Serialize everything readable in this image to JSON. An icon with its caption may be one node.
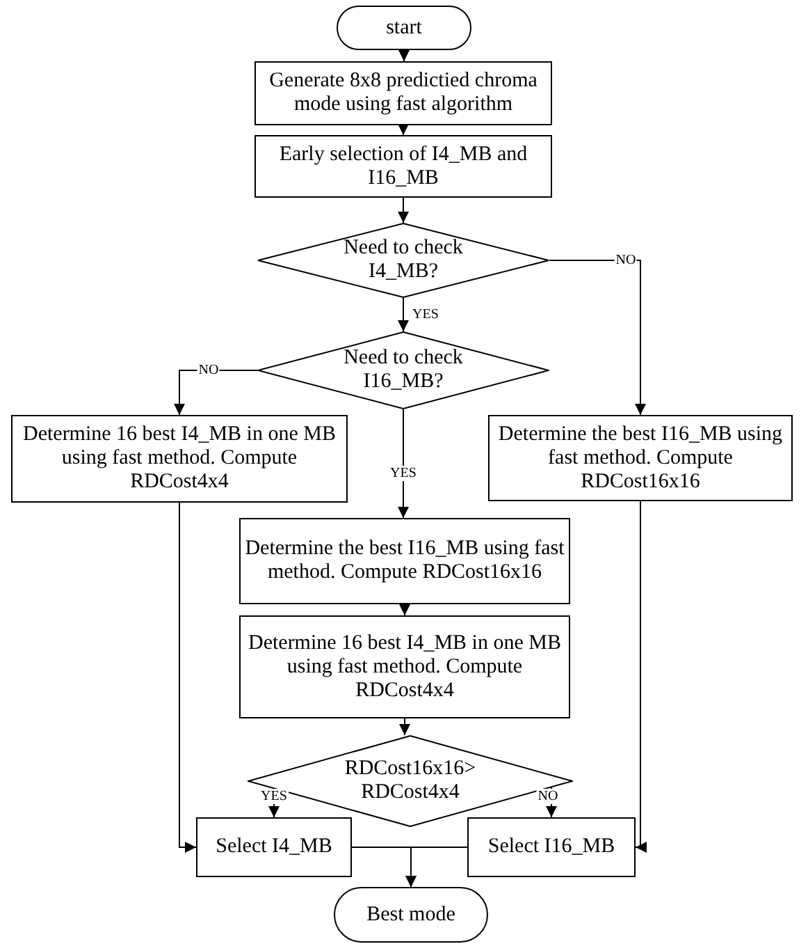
{
  "diagram": {
    "nodes": [
      {
        "text": [
          "start"
        ]
      },
      {
        "text": [
          "Generate 8x8 predictied chroma mode using fast algorithm"
        ]
      },
      {
        "text": [
          "Early selection of I4_MB and I16_MB"
        ]
      },
      {
        "text": [
          "Need to check I4_MB?"
        ]
      },
      {
        "text": [
          "Need to check I16_MB?"
        ]
      },
      {
        "text": [
          "Determine 16 best I4_MB in one MB using fast method. Compute RDCost4x4"
        ]
      },
      {
        "text": [
          "Determine the best I16_MB using fast method. Compute RDCost16x16"
        ]
      },
      {
        "text": [
          "Determine the best I16_MB using fast method. Compute RDCost16x16"
        ]
      },
      {
        "text": [
          "Determine 16 best I4_MB in one MB using fast method. Compute RDCost4x4"
        ]
      },
      {
        "text": [
          "RDCost16x16> RDCost4x4"
        ]
      },
      {
        "text": [
          "Select I4_MB"
        ]
      },
      {
        "text": [
          "Select I16_MB"
        ]
      },
      {
        "text": [
          "Best mode"
        ]
      }
    ],
    "edges": [
      {
        "from": 0,
        "to": 1,
        "arrow": "to"
      },
      {
        "from": 1,
        "to": 2,
        "arrow": "to"
      },
      {
        "from": 2,
        "to": 3,
        "arrow": "to"
      },
      {
        "from": 3,
        "to": 4,
        "arrow": "to",
        "label": "YES"
      },
      {
        "from": 3,
        "to": 6,
        "arrow": "to",
        "label": "NO"
      },
      {
        "from": 4,
        "to": 5,
        "arrow": "to",
        "label": "NO"
      },
      {
        "from": 4,
        "to": 7,
        "arrow": "to",
        "label": "YES"
      },
      {
        "from": 7,
        "to": 8,
        "arrow": "to"
      },
      {
        "from": 8,
        "to": 9,
        "arrow": "to"
      },
      {
        "from": 9,
        "to": 10,
        "arrow": "to",
        "label": "YES"
      },
      {
        "from": 9,
        "to": 11,
        "arrow": "to",
        "label": "NO"
      },
      {
        "from": 5,
        "to": 10,
        "arrow": "to"
      },
      {
        "from": 6,
        "to": 11,
        "arrow": "to"
      },
      {
        "from": 10,
        "to": 12,
        "arrow": "to"
      },
      {
        "from": 11,
        "to": 12,
        "arrow": "to"
      }
    ]
  }
}
